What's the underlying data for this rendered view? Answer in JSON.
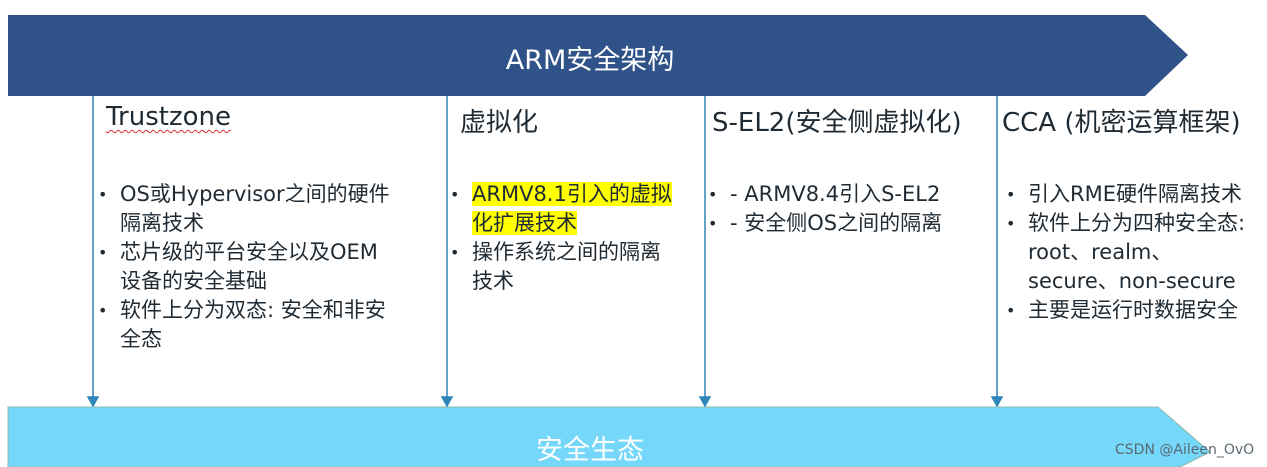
{
  "header": {
    "title": "ARM安全架构"
  },
  "footer": {
    "title": "安全生态"
  },
  "columns": [
    {
      "title": "Trustzone",
      "items": [
        "OS或Hypervisor之间的硬件隔离技术",
        "芯片级的平台安全以及OEM设备的安全基础",
        "软件上分为双态: 安全和非安全态"
      ]
    },
    {
      "title": "虚拟化",
      "items": [
        "ARMV8.1引入的虚拟化扩展技术",
        "操作系统之间的隔离技术"
      ]
    },
    {
      "title": "S-EL2(安全侧虚拟化)",
      "items": [
        "- ARMV8.4引入S-EL2",
        "- 安全侧OS之间的隔离"
      ]
    },
    {
      "title": "CCA (机密运算框架)",
      "items": [
        "引入RME硬件隔离技术",
        "软件上分为四种安全态: root、realm、secure、non-secure",
        "主要是运行时数据安全"
      ]
    }
  ],
  "watermark": "CSDN @Aileen_OvO",
  "colors": {
    "header": "#2F5289",
    "footer": "#75D8FA",
    "line": "#2E86B8"
  }
}
